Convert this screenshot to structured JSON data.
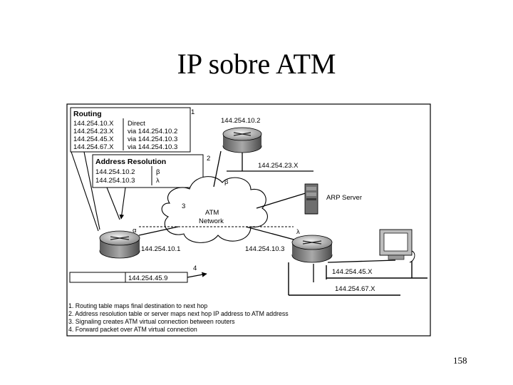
{
  "slide": {
    "title": "IP sobre ATM",
    "page_number": "158"
  },
  "routing_box": {
    "title": "Routing",
    "step": "1",
    "rows": [
      {
        "dest": "144.254.10.X",
        "via": "Direct"
      },
      {
        "dest": "144.254.23.X",
        "via": "via 144.254.10.2"
      },
      {
        "dest": "144.254.45.X",
        "via": "via 144.254.10.3"
      },
      {
        "dest": "144.254.67.X",
        "via": "via 144.254.10.3"
      }
    ]
  },
  "address_box": {
    "title": "Address Resolution",
    "step": "2",
    "rows": [
      {
        "ip": "144.254.10.2",
        "atm": "β"
      },
      {
        "ip": "144.254.10.3",
        "atm": "λ"
      }
    ]
  },
  "network": {
    "cloud_line1": "ATM",
    "cloud_line2": "Network",
    "signaling_step": "3",
    "forward_step": "4",
    "router_top_ip": "144.254.10.2",
    "router_top_subnet": "144.254.23.X",
    "router_top_atm": "β",
    "router_left_atm": "α",
    "router_left_ip": "144.254.10.1",
    "router_right_atm": "λ",
    "router_right_ip": "144.254.10.3",
    "arp_server_label": "ARP Server",
    "packet_dest": "144.254.45.9",
    "subnet_45": "144.254.45.X",
    "subnet_67": "144.254.67.X"
  },
  "steps_legend": [
    "1. Routing table maps final destination to next hop",
    "2. Address resolution table or server maps next hop IP address to ATM address",
    "3. Signaling creates ATM virtual connection between routers",
    "4. Forward packet over ATM virtual connection"
  ],
  "icons": {
    "router": "router-icon",
    "server": "arp-server-icon",
    "workstation": "workstation-icon",
    "cloud": "atm-cloud-icon"
  }
}
